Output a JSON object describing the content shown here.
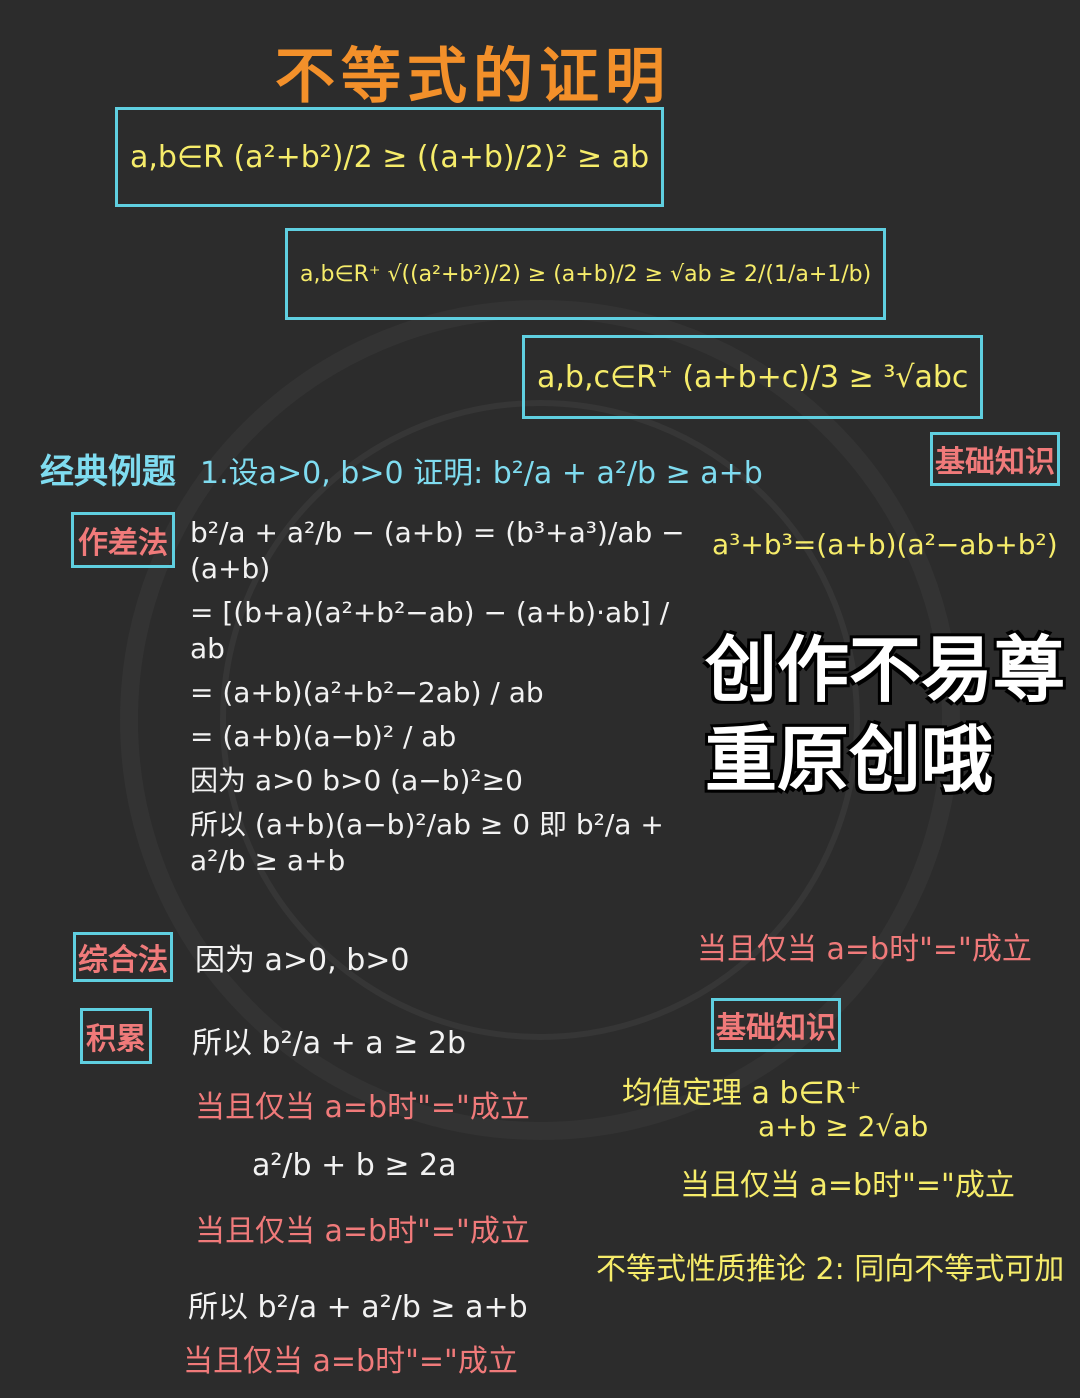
{
  "title": "不等式的证明",
  "formula_boxes": [
    "a,b∈R  (a²+b²)/2 ≥ ((a+b)/2)² ≥ ab",
    "a,b∈R⁺  √((a²+b²)/2) ≥ (a+b)/2 ≥ √ab ≥ 2/(1/a+1/b)",
    "a,b,c∈R⁺  (a+b+c)/3 ≥ ³√abc"
  ],
  "example": {
    "label": "经典例题",
    "statement": "1.设a>0, b>0  证明: b²/a + a²/b ≥ a+b"
  },
  "basics_tag_1": "基础知识",
  "cube_identity": "a³+b³=(a+b)(a²−ab+b²)",
  "method1": {
    "tag": "作差法",
    "lines": [
      "b²/a + a²/b − (a+b) = (b³+a³)/ab − (a+b)",
      "= [(b+a)(a²+b²−ab) − (a+b)·ab] / ab",
      "= (a+b)(a²+b²−2ab) / ab",
      "= (a+b)(a−b)² / ab",
      "因为  a>0  b>0  (a−b)²≥0",
      "所以  (a+b)(a−b)²/ab ≥ 0  即  b²/a + a²/b ≥ a+b"
    ],
    "equality": "当且仅当 a=b时\"=\"成立"
  },
  "method2": {
    "tag": "综合法",
    "tag2": "积累",
    "lines": [
      "因为 a>0, b>0",
      "所以 b²/a + a ≥ 2b",
      "当且仅当 a=b时\"=\"成立",
      "a²/b + b ≥ 2a",
      "当且仅当 a=b时\"=\"成立",
      "所以 b²/a + a²/b ≥ a+b",
      "当且仅当 a=b时\"=\"成立"
    ]
  },
  "basics_tag_2": "基础知识",
  "mean_theorem": {
    "line1": "均值定理  a b∈R⁺",
    "line2": "a+b ≥ 2√ab",
    "line3": "当且仅当 a=b时\"=\"成立"
  },
  "corollary": "不等式性质推论 2: 同向不等式可加",
  "watermark": "创作不易尊重原创哦",
  "colors": {
    "background": "#2c2c2c",
    "title": "#f3902a",
    "box_border": "#5fcfe0",
    "yellow": "#f6ec6a",
    "pink": "#f07a7a",
    "cyan": "#7fdcf0"
  }
}
